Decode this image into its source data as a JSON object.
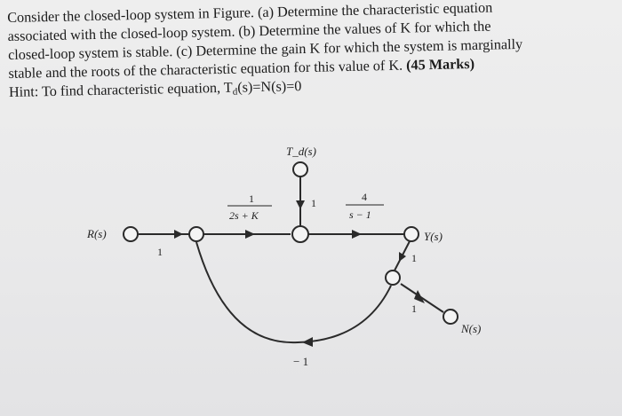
{
  "problem": {
    "line1": "Consider the closed-loop system in Figure. (a) Determine the characteristic equation",
    "line2": "associated with the closed-loop system. (b) Determine the values of K for which the",
    "line3": "closed-loop system is stable. (c) Determine the gain K for which the system is marginally",
    "line4_text": "stable and the roots of the characteristic equation for this value of K.",
    "marks": "(45 Marks)",
    "hint_prefix": "Hint: To find characteristic equation, T",
    "hint_sub": "d",
    "hint_suffix": "(s)=N(s)=0"
  },
  "diagram": {
    "td_label": "T_d(s)",
    "r_label": "R(s)",
    "y_label": "Y(s)",
    "n_label": "N(s)",
    "gain_r": "1",
    "g1_num": "1",
    "g1_den": "2s + K",
    "td_gain": "1",
    "g2_num": "4",
    "g2_den": "s − 1",
    "y_gain": "1",
    "n_gain": "1",
    "fb_gain": "− 1"
  }
}
